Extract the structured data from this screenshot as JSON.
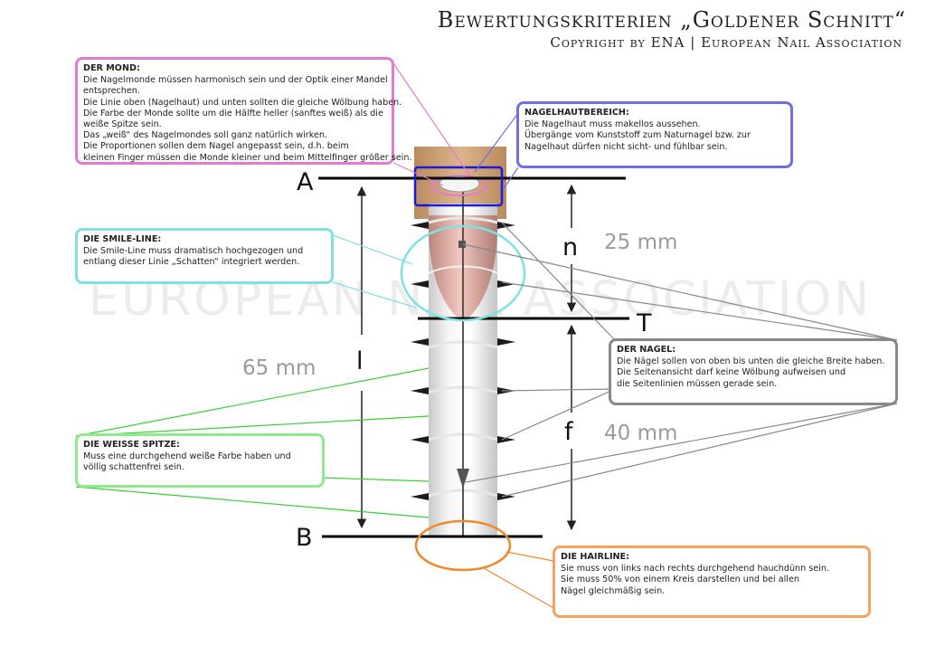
{
  "header": {
    "title": "Bewertungskriterien „Goldener Schnitt“",
    "subtitle": "Copyright by ENA | European Nail Association"
  },
  "watermark": "EUROPEAN NAIL ASSOCIATION",
  "labels": {
    "a": "A",
    "b": "B",
    "t": "T",
    "n": "n",
    "l": "l",
    "f": "f",
    "n_mm": "25 mm",
    "l_mm": "65 mm",
    "f_mm": "40 mm"
  },
  "boxes": {
    "mond": {
      "heading": "DER MOND:",
      "lines": [
        "Die Nagelmonde müssen harmonisch sein und der Optik einer Mandel",
        "entsprechen.",
        "Die Linie oben (Nagelhaut) und unten sollten die gleiche Wölbung haben.",
        "Die Farbe der Monde sollte um die Hälfte heller (sanftes weiß) als die",
        "weiße Spitze sein.",
        "Das „weiß“ des Nagelmondes soll ganz natürlich wirken.",
        "Die Proportionen sollen dem Nagel angepasst sein, d.h. beim",
        "kleinen Finger müssen die Monde kleiner und beim Mittelfinger größer sein."
      ],
      "color": "#e27ad2"
    },
    "nagelhaut": {
      "heading": "NAGELHAUTBEREICH:",
      "lines": [
        "Die Nagelhaut muss makellos aussehen.",
        "Übergänge vom Kunststoff zum Naturnagel bzw. zur",
        "Nagelhaut dürfen nicht sicht- und fühlbar sein."
      ],
      "color": "#6f6fe0"
    },
    "smile": {
      "heading": "DIE SMILE-LINE:",
      "lines": [
        "Die Smile-Line muss dramatisch hochgezogen und",
        "entlang dieser Linie „Schatten“ integriert werden."
      ],
      "color": "#7fe1e3"
    },
    "nagel": {
      "heading": "DER NAGEL:",
      "lines": [
        "Die Nägel sollen von oben bis unten die gleiche Breite haben.",
        "Die Seitenansicht darf keine Wölbung aufweisen und",
        "die Seitenlinien müssen gerade sein."
      ],
      "color": "#888888"
    },
    "spitze": {
      "heading": "DIE WEISSE SPITZE:",
      "lines": [
        "Muss eine durchgehend weiße Farbe haben und",
        "völlig schattenfrei sein."
      ],
      "color": "#8fe98f"
    },
    "hairline": {
      "heading": "DIE HAIRLINE:",
      "lines": [
        "Sie muss von links nach rechts durchgehend hauchdünn sein.",
        "Sie muss 50% von einem Kreis darstellen und bei allen",
        "Nägel gleichmäßig sein."
      ],
      "color": "#f3a35c"
    }
  }
}
